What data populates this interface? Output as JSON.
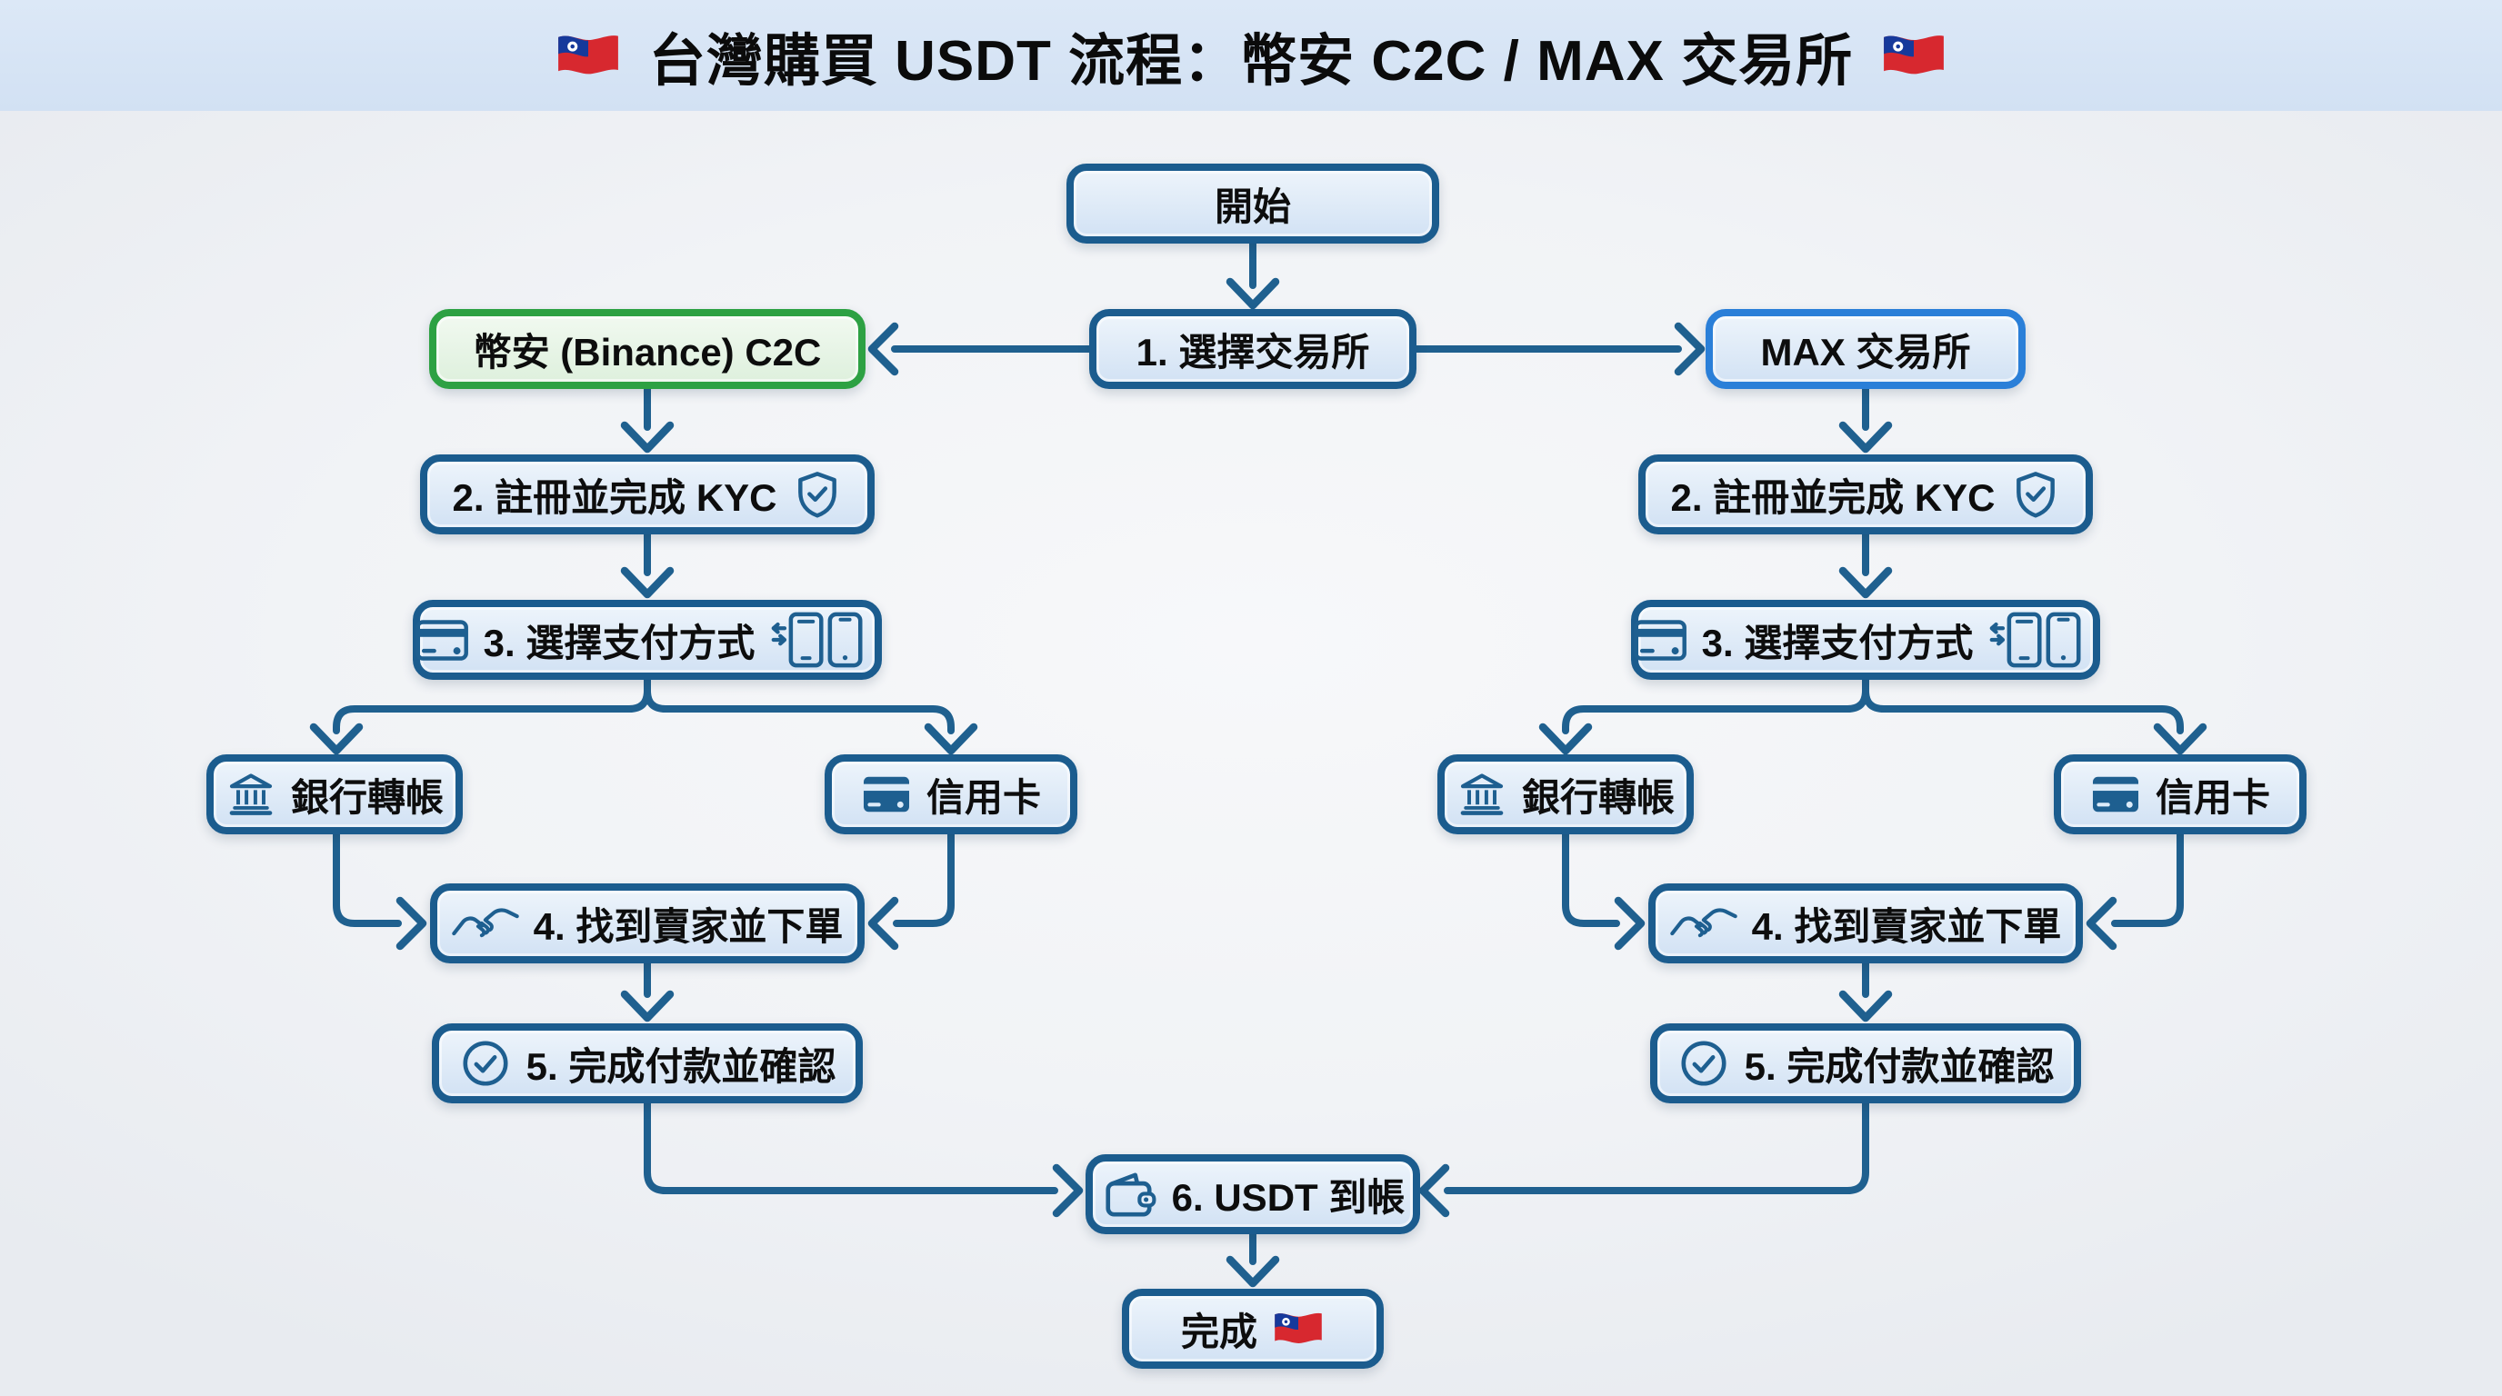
{
  "title": {
    "text": "台灣購買 USDT 流程：幣安 C2C / MAX 交易所"
  },
  "colors": {
    "header_bg": "#d5e3f4",
    "canvas_bg": "#f1f3f6",
    "node_border": "#1b5c8e",
    "node_fill_top": "#edf4fb",
    "node_fill_bottom": "#d2e2f4",
    "binance_border": "#2da143",
    "binance_fill": "#e7f4e6",
    "max_border": "#2a7fd8",
    "wire": "#1f608f",
    "text": "#0d0d0d",
    "flag_red": "#d7282f",
    "flag_blue": "#16399b"
  },
  "nodes": {
    "start": {
      "label": "開始"
    },
    "choose_exchange": {
      "label": "1. 選擇交易所"
    },
    "binance_c2c": {
      "label": "幣安 (Binance) C2C"
    },
    "max_exchange": {
      "label": "MAX 交易所"
    },
    "kyc": {
      "label": "2. 註冊並完成 KYC",
      "icon": "shield-check-icon"
    },
    "payment_method": {
      "label": "3. 選擇支付方式",
      "icon_left": "credit-card-icon",
      "icon_right": "mobile-payment-icon"
    },
    "bank_transfer": {
      "label": "銀行轉帳",
      "icon": "bank-icon"
    },
    "credit_card": {
      "label": "信用卡",
      "icon": "credit-card-filled-icon"
    },
    "find_seller": {
      "label": "4. 找到賣家並下單",
      "icon": "handshake-icon"
    },
    "confirm_payment": {
      "label": "5. 完成付款並確認",
      "icon": "check-circle-icon"
    },
    "usdt_arrival": {
      "label": "6. USDT 到帳",
      "icon": "wallet-icon"
    },
    "done": {
      "label": "完成",
      "icon": "taiwan-flag-icon"
    }
  }
}
